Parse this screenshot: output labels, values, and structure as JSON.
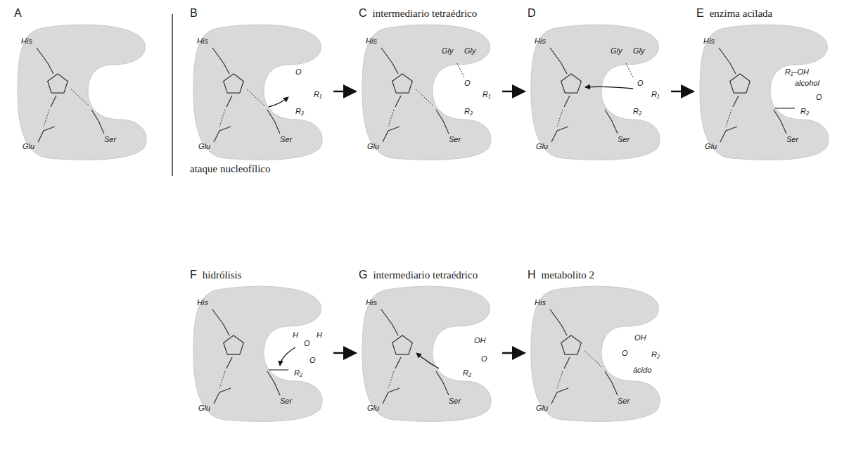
{
  "diagram": {
    "nodes": [
      {
        "text": [
          "A"
        ]
      },
      {
        "text": [
          "B",
          "ataque nucleofílico"
        ]
      },
      {
        "text": [
          "C",
          "intermediario tetraédrico"
        ]
      },
      {
        "text": [
          "D"
        ]
      },
      {
        "text": [
          "E",
          "enzima acilada"
        ]
      },
      {
        "text": [
          "F",
          "hidrólisis"
        ]
      },
      {
        "text": [
          "G",
          "intermediario tetraédrico"
        ]
      },
      {
        "text": [
          "H",
          "metabolito 2"
        ]
      }
    ],
    "edges": [
      {
        "from": 1,
        "to": 2,
        "arrow": "to"
      },
      {
        "from": 2,
        "to": 3,
        "arrow": "to"
      },
      {
        "from": 3,
        "to": 4,
        "arrow": "to"
      },
      {
        "from": 5,
        "to": 6,
        "arrow": "to"
      },
      {
        "from": 6,
        "to": 7,
        "arrow": "to"
      }
    ],
    "labels": [
      "His",
      "Glu",
      "Ser",
      "His",
      "Glu",
      "Ser",
      "His",
      "Glu",
      "Ser",
      "His",
      "Glu",
      "Ser",
      "His",
      "Glu",
      "Ser",
      "His",
      "Glu",
      "Ser",
      "His",
      "Glu",
      "Ser",
      "His",
      "Glu",
      "Ser",
      "O",
      "R₁",
      "R₂",
      "Gly",
      "Gly",
      "O",
      "R₁",
      "R₂",
      "Gly",
      "Gly",
      "O",
      "R₁",
      "R₂",
      "R₁–OH",
      "alcohol",
      "O",
      "R₂",
      "H",
      "O",
      "H",
      "O",
      "R₂",
      "OH",
      "O",
      "R₂",
      "OH",
      "O",
      "R₂",
      "ácido"
    ]
  }
}
